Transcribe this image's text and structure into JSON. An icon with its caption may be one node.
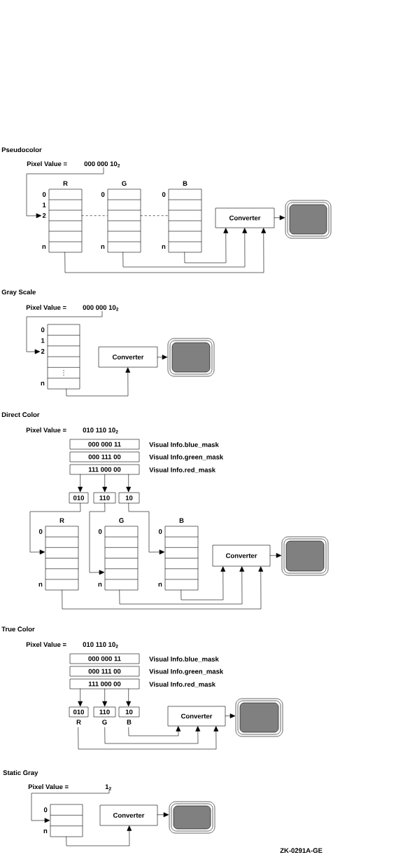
{
  "diagram": {
    "nodes": [
      {
        "text": [
          "Pixel Value =",
          "000 000 10$_{2}$"
        ]
      },
      {
        "text": [
          "R"
        ],
        "beside": [
          "0",
          "1",
          "2",
          "n"
        ]
      },
      {
        "text": [
          "G"
        ],
        "beside": [
          "0",
          "n"
        ]
      },
      {
        "text": [
          "B"
        ],
        "beside": [
          "0",
          "n"
        ]
      },
      {
        "text": [
          "Converter"
        ]
      },
      {
        "text": [],
        "shape": "monitor"
      },
      {
        "text": [
          "Pixel Value =",
          "000 000 10$_{2}$"
        ]
      },
      {
        "text": [
          "⋮"
        ],
        "beside": [
          "0",
          "1",
          "2",
          "n"
        ]
      },
      {
        "text": [
          "Converter"
        ]
      },
      {
        "text": [],
        "shape": "monitor"
      },
      {
        "text": [
          "Pixel Value =",
          "010 110 10$_{2}$"
        ]
      },
      {
        "text": [
          "000 000 11"
        ],
        "beside": [
          "Visual Info.blue_mask"
        ]
      },
      {
        "text": [
          "000 111 00"
        ],
        "beside": [
          "Visual Info.green_mask"
        ]
      },
      {
        "text": [
          "111 000 00"
        ],
        "beside": [
          "Visual Info.red_mask"
        ]
      },
      {
        "text": [
          "010"
        ]
      },
      {
        "text": [
          "110"
        ]
      },
      {
        "text": [
          "10"
        ]
      },
      {
        "text": [
          "R"
        ],
        "beside": [
          "0",
          "n"
        ]
      },
      {
        "text": [
          "G"
        ],
        "beside": [
          "0",
          "n"
        ]
      },
      {
        "text": [
          "B"
        ],
        "beside": [
          "0",
          "n"
        ]
      },
      {
        "text": [
          "Converter"
        ]
      },
      {
        "text": [],
        "shape": "monitor"
      },
      {
        "text": [
          "Pixel Value =",
          "010 110 10$_{2}$"
        ]
      },
      {
        "text": [
          "000 000 11"
        ],
        "beside": [
          "Visual Info.blue_mask"
        ]
      },
      {
        "text": [
          "000 111 00"
        ],
        "beside": [
          "Visual Info.green_mask"
        ]
      },
      {
        "text": [
          "111 000 00"
        ],
        "beside": [
          "Visual Info.red_mask"
        ]
      },
      {
        "text": [
          "010"
        ],
        "beside": [
          "R"
        ]
      },
      {
        "text": [
          "110"
        ],
        "beside": [
          "G"
        ]
      },
      {
        "text": [
          "10"
        ],
        "beside": [
          "B"
        ]
      },
      {
        "text": [
          "Converter"
        ]
      },
      {
        "text": [],
        "shape": "monitor"
      },
      {
        "text": [
          "Pixel Value =",
          "1$_{2}$"
        ]
      },
      {
        "text": [],
        "shape": "table",
        "beside": [
          "0",
          "n"
        ]
      },
      {
        "text": [
          "Converter"
        ]
      },
      {
        "text": [],
        "shape": "monitor"
      }
    ],
    "edges": [
      {
        "from": 0,
        "to": 1,
        "arrow": "to"
      },
      {
        "from": 1,
        "to": 2,
        "arrow": "none",
        "style": "dashed"
      },
      {
        "from": 2,
        "to": 3,
        "arrow": "none",
        "style": "dashed"
      },
      {
        "from": 1,
        "to": 4,
        "arrow": "to"
      },
      {
        "from": 2,
        "to": 4,
        "arrow": "to"
      },
      {
        "from": 3,
        "to": 4,
        "arrow": "to"
      },
      {
        "from": 4,
        "to": 5,
        "arrow": "to"
      },
      {
        "from": 6,
        "to": 7,
        "arrow": "to"
      },
      {
        "from": 7,
        "to": 8,
        "arrow": "to"
      },
      {
        "from": 8,
        "to": 9,
        "arrow": "to"
      },
      {
        "from": 13,
        "to": 14,
        "arrow": "to"
      },
      {
        "from": 13,
        "to": 15,
        "arrow": "to"
      },
      {
        "from": 13,
        "to": 16,
        "arrow": "to"
      },
      {
        "from": 14,
        "to": 17,
        "arrow": "to"
      },
      {
        "from": 15,
        "to": 18,
        "arrow": "to"
      },
      {
        "from": 16,
        "to": 19,
        "arrow": "to"
      },
      {
        "from": 17,
        "to": 20,
        "arrow": "to"
      },
      {
        "from": 18,
        "to": 20,
        "arrow": "to"
      },
      {
        "from": 19,
        "to": 20,
        "arrow": "to"
      },
      {
        "from": 20,
        "to": 21,
        "arrow": "to"
      },
      {
        "from": 25,
        "to": 26,
        "arrow": "to"
      },
      {
        "from": 25,
        "to": 27,
        "arrow": "to"
      },
      {
        "from": 25,
        "to": 28,
        "arrow": "to"
      },
      {
        "from": 26,
        "to": 29,
        "arrow": "to"
      },
      {
        "from": 27,
        "to": 29,
        "arrow": "to"
      },
      {
        "from": 28,
        "to": 29,
        "arrow": "to"
      },
      {
        "from": 29,
        "to": 30,
        "arrow": "to"
      },
      {
        "from": 31,
        "to": 32,
        "arrow": "to"
      },
      {
        "from": 32,
        "to": 33,
        "arrow": "to"
      },
      {
        "from": 33,
        "to": 34,
        "arrow": "to"
      }
    ],
    "labels": [
      "Pseudocolor",
      "Gray Scale",
      "Direct Color",
      "True Color",
      "Static Gray",
      "ZK-0291A-GE"
    ]
  }
}
